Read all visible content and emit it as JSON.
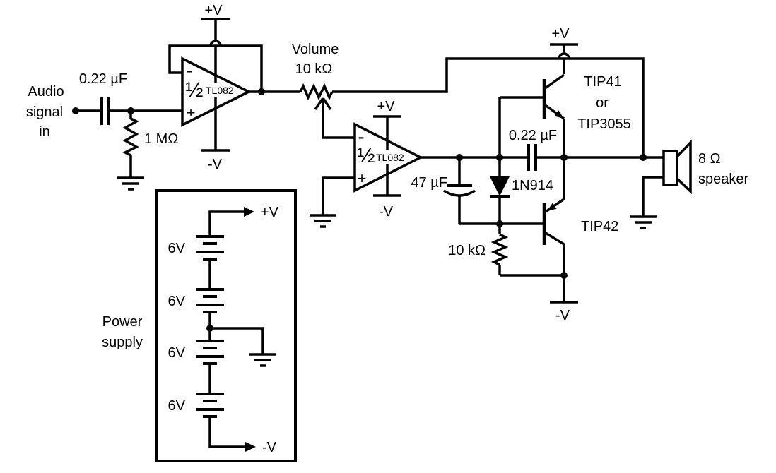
{
  "input": {
    "label_lines": [
      "Audio",
      "signal",
      "in"
    ],
    "coupling_cap": "0.22 µF",
    "bias_resistor": "1 MΩ"
  },
  "opamp1": {
    "fraction": "½",
    "part": "TL082",
    "inverting": "-",
    "noninverting": "+",
    "v_plus": "+V",
    "v_minus": "-V"
  },
  "volume": {
    "name": "Volume",
    "value": "10 kΩ"
  },
  "opamp2": {
    "fraction": "½",
    "part": "TL082",
    "inverting": "-",
    "noninverting": "+",
    "v_plus": "+V",
    "v_minus": "-V"
  },
  "output_stage": {
    "coupling_cap": "47 µF",
    "speedup_cap": "0.22 µF",
    "diode": "1N914",
    "pulldown_resistor": "10 kΩ",
    "npn_lines": [
      "TIP41",
      "or",
      "TIP3055"
    ],
    "pnp": "TIP42",
    "v_plus": "+V",
    "v_minus": "-V"
  },
  "speaker": {
    "impedance": "8 Ω",
    "label": "speaker"
  },
  "power_supply": {
    "title_lines": [
      "Power",
      "supply"
    ],
    "batteries": [
      "6V",
      "6V",
      "6V",
      "6V"
    ],
    "v_plus": "+V",
    "v_minus": "-V"
  }
}
